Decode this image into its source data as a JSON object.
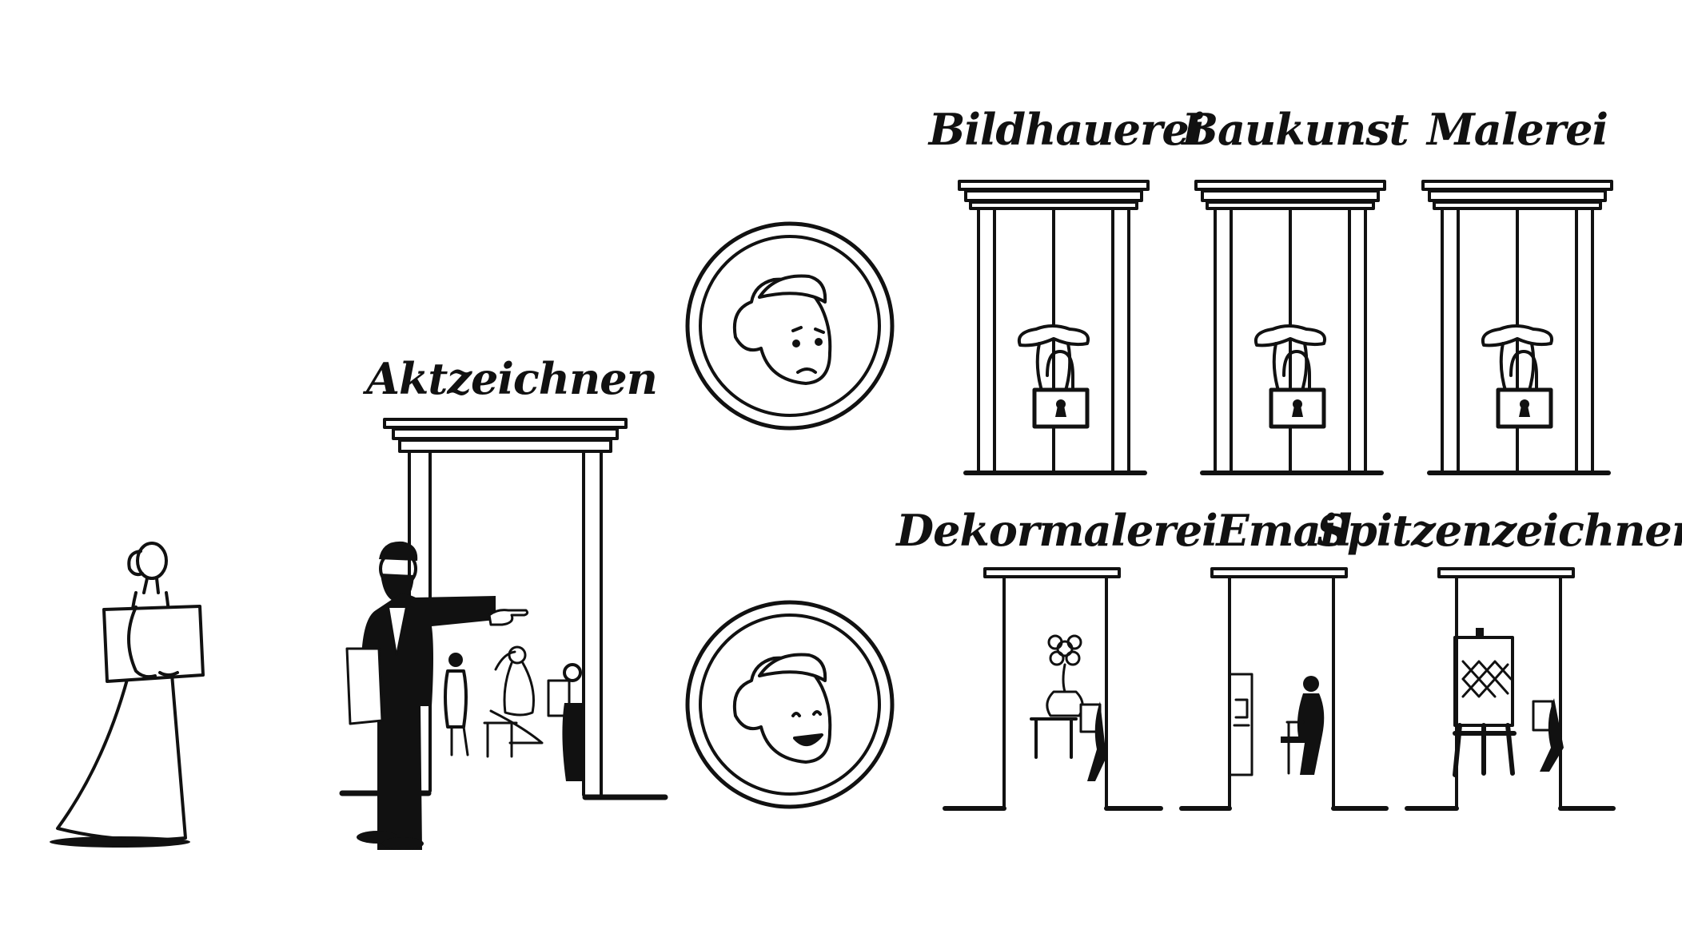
{
  "labels": {
    "nude_drawing": "Aktzeichnen",
    "sculpture": "Bildhauerei",
    "architecture": "Baukunst",
    "painting": "Malerei",
    "decor_painting": "Dekormalerei",
    "enamel": "Email",
    "lace_drawing": "Spitzenzeichnen"
  },
  "colors": {
    "ink": "#111111",
    "paper": "#ffffff"
  },
  "icons": {
    "sad_face": "sad-face-icon",
    "happy_face": "happy-face-icon",
    "padlock": "padlock-icon"
  }
}
